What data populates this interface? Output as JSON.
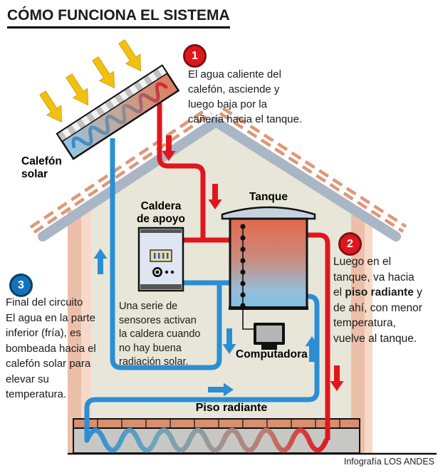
{
  "title": "CÓMO FUNCIONA EL SISTEMA",
  "credit": "Infografía LOS ANDES",
  "labels": {
    "calefon": "Calefón\nsolar",
    "caldera": "Caldera\nde apoyo",
    "tanque": "Tanque",
    "computadora": "Computadora",
    "piso": "Piso radiante"
  },
  "steps": [
    {
      "num": "1",
      "text": "El agua caliente del\ncalefón, asciende y\nluego baja por la\ncañería hacia el tanque."
    },
    {
      "num": "2",
      "pre": "Luego en el\ntanque, va hacia\nel ",
      "bold": "piso radiante",
      "post": " y\nde ahí, con menor\ntemperatura,\nvuelve al tanque."
    },
    {
      "num": "3",
      "text": "Final del circuito\nEl agua en la parte\ninferior (fría), es\nbombeada hacia el\ncalefón solar para\nelevar su\ntemperatura."
    }
  ],
  "note": "Una serie de\nsensores activan\nla caldera cuando\nno hay buena\nradiación solar.",
  "colors": {
    "hot": "#e1161d",
    "cold": "#2b8ed4",
    "sun": "#f2c011",
    "roof": "#a9b6c6",
    "tile": "#dd9878",
    "wall_dark": "#ecbfa9",
    "wall_light": "#f6d9c8",
    "interior": "#e8e6d8",
    "badge_hot": "#e1161d",
    "badge_cold": "#1273ba"
  }
}
